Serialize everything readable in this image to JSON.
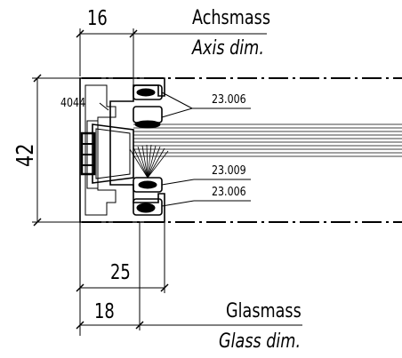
{
  "dimensions": {
    "axis_offset": "16",
    "axis_label_de": "Achsmass",
    "axis_label_en": "Axis dim.",
    "height": "42",
    "profile_width": "25",
    "glass_offset": "18",
    "glass_label_de": "Glasmass",
    "glass_label_en": "Glass dim."
  },
  "parts": {
    "profile": "4044",
    "seal_top": "23.006",
    "brush": "23.009",
    "seal_bottom": "23.006"
  }
}
